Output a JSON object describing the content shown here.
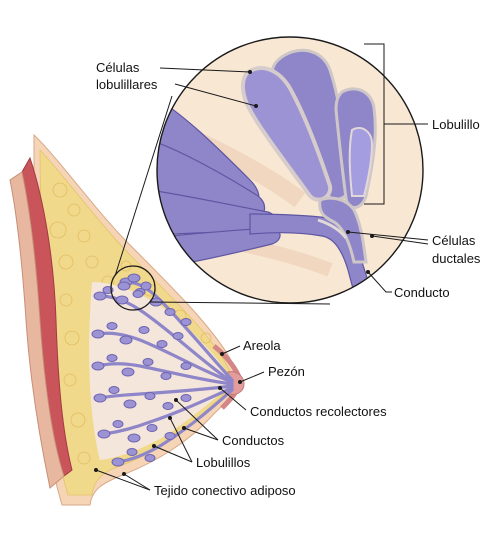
{
  "labels": {
    "lobular_cells_line1": "Células",
    "lobular_cells_line2": "lobulillares",
    "lobule": "Lobulillo",
    "ductal_cells_line1": "Células",
    "ductal_cells_line2": "ductales",
    "duct": "Conducto",
    "areola": "Areola",
    "nipple": "Pezón",
    "collecting_ducts": "Conductos recolectores",
    "ducts": "Conductos",
    "lobules": "Lobulillos",
    "adipose_tissue": "Tejido conectivo adiposo"
  },
  "colors": {
    "duct_purple": "#8e86c9",
    "duct_purple_dark": "#6e64b0",
    "fat_yellow": "#f1d98c",
    "skin": "#f3c9a9",
    "muscle_red": "#c9555a",
    "zoom_bg": "#f7e7d3",
    "areola_pink": "#e8a0a0"
  }
}
